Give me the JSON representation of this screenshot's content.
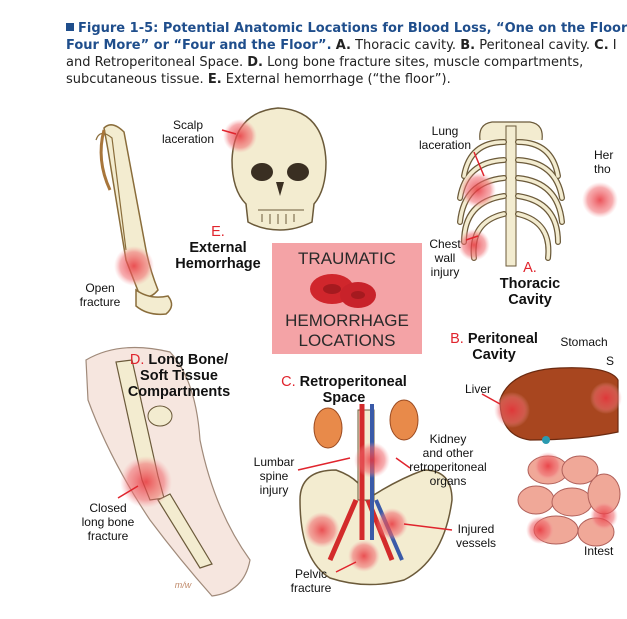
{
  "caption": {
    "figure_label": "Figure 1-5: Potential Anatomic Locations for Blood Loss, “One on the Floor",
    "line2_bold": "Four More” or “Four and the Floor”.",
    "a_label": "A.",
    "a_text": "Thoracic cavity.",
    "b_label": "B.",
    "b_text": "Peritoneal cavity.",
    "c_label": "C.",
    "c_text": "I",
    "line3_pre": "and Retroperitoneal Space.",
    "d_label": "D.",
    "d_text": "Long bone fracture sites, muscle compartments,",
    "line4_pre": "subcutaneous tissue.",
    "e_label": "E.",
    "e_text": "External hemorrhage (“the floor”)."
  },
  "center": {
    "line1": "TRAUMATIC",
    "line2": "HEMORRHAGE",
    "line3": "LOCATIONS"
  },
  "sections": {
    "e": {
      "letter": "E.",
      "line1": "External",
      "line2": "Hemorrhage"
    },
    "a": {
      "letter": "A.",
      "line1": "Thoracic",
      "line2": "Cavity"
    },
    "b": {
      "letter": "B.",
      "line1": "Peritoneal",
      "line2": "Cavity"
    },
    "c": {
      "letter": "C.",
      "line1": "Retroperitoneal",
      "line2": "Space"
    },
    "d": {
      "letter": "D.",
      "line1": "Long Bone/",
      "line2": "Soft Tissue",
      "line3": "Compartments"
    }
  },
  "labels": {
    "scalp1": "Scalp",
    "scalp2": "laceration",
    "lung1": "Lung",
    "lung2": "laceration",
    "hem1": "Her",
    "hem2": "tho",
    "chest1": "Chest",
    "chest2": "wall",
    "chest3": "injury",
    "open1": "Open",
    "open2": "fracture",
    "stomach": "Stomach",
    "stomach_s": "S",
    "liver": "Liver",
    "kidney1": "Kidney",
    "kidney2": "and other",
    "kidney3": "retroperitoneal",
    "kidney4": "organs",
    "lumbar1": "Lumbar",
    "lumbar2": "spine",
    "lumbar3": "injury",
    "closed1": "Closed",
    "closed2": "long bone",
    "closed3": "fracture",
    "vessels1": "Injured",
    "vessels2": "vessels",
    "pelvic1": "Pelvic",
    "pelvic2": "fracture",
    "intest": "Intest",
    "artist": "m/w"
  },
  "colors": {
    "caption_blue": "#1f4e8c",
    "accent_red": "#e0242d",
    "center_pink": "#f4a3a6",
    "bone": "#f3ecd0"
  }
}
